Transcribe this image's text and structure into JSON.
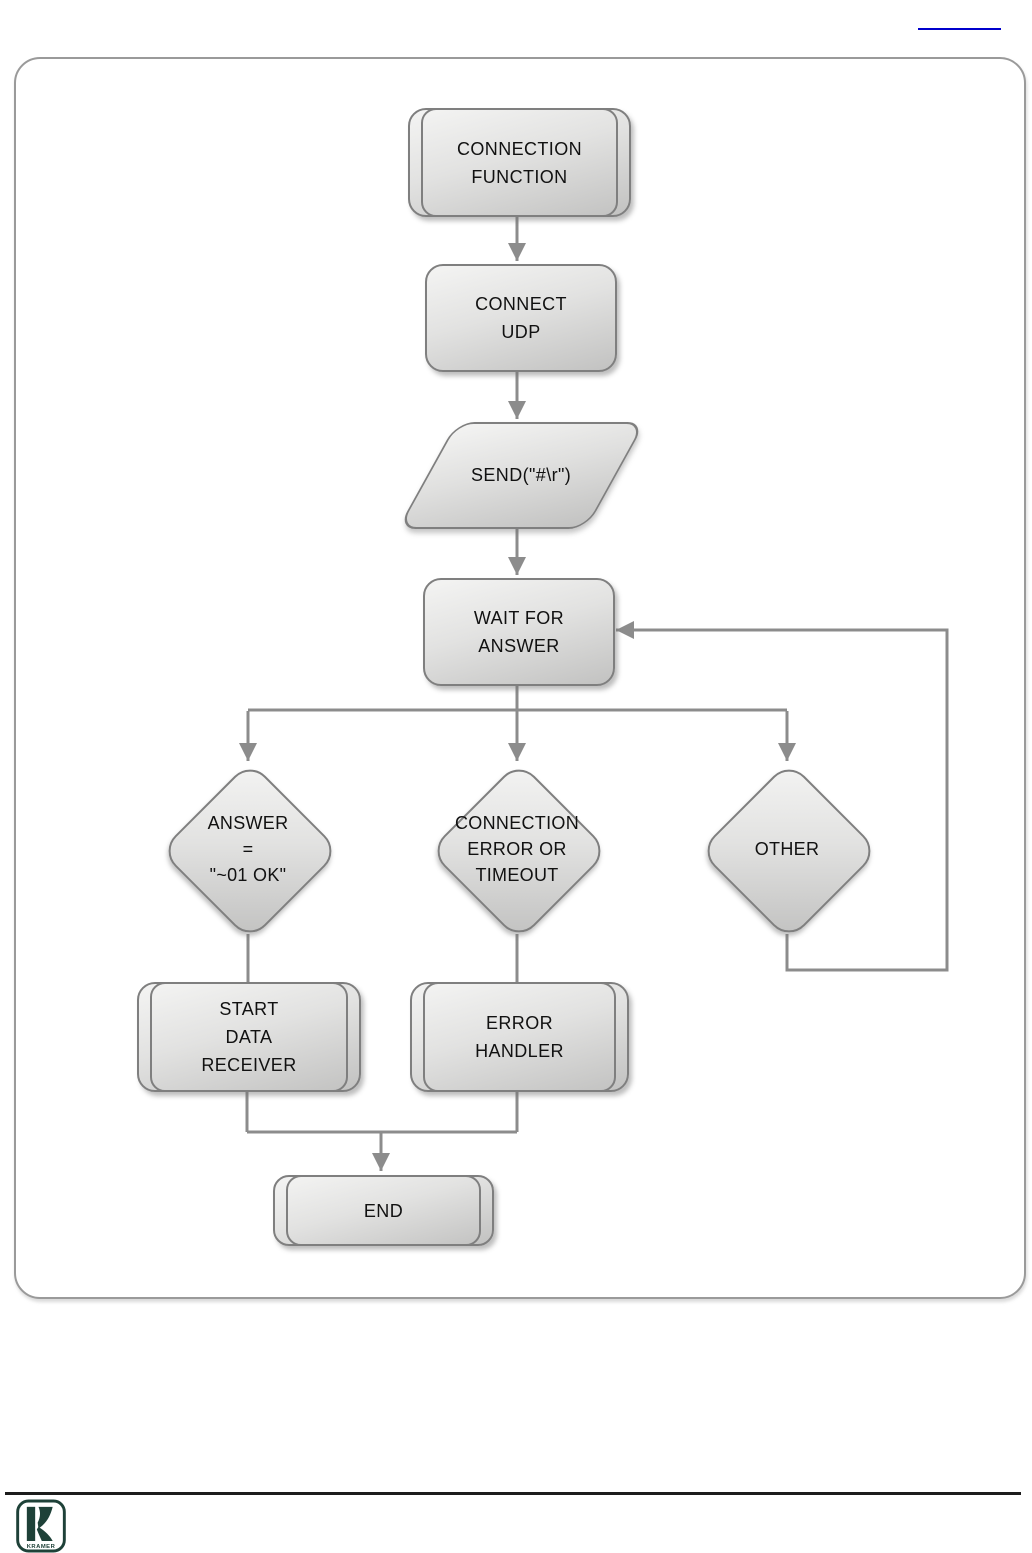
{
  "flowchart": {
    "nodes": {
      "connection_function": {
        "shape": "terminator",
        "lines": [
          "CONNECTION",
          "FUNCTION"
        ]
      },
      "connect_udp": {
        "shape": "process",
        "lines": [
          "CONNECT",
          "UDP"
        ]
      },
      "send": {
        "shape": "input-output",
        "lines": [
          "SEND(\"#\\r\")"
        ]
      },
      "wait_for_answer": {
        "shape": "process",
        "lines": [
          "WAIT FOR",
          "ANSWER"
        ]
      },
      "answer_ok": {
        "shape": "decision",
        "lines": [
          "ANSWER",
          "=",
          "\"~01 OK\""
        ]
      },
      "connection_error": {
        "shape": "decision",
        "lines": [
          "CONNECTION",
          "ERROR OR",
          "TIMEOUT"
        ]
      },
      "other": {
        "shape": "decision",
        "lines": [
          "OTHER"
        ]
      },
      "start_data_receiver": {
        "shape": "terminator",
        "lines": [
          "START",
          "DATA",
          "RECEIVER"
        ]
      },
      "error_handler": {
        "shape": "terminator",
        "lines": [
          "ERROR",
          "HANDLER"
        ]
      },
      "end": {
        "shape": "terminator",
        "lines": [
          "END"
        ]
      }
    },
    "colors": {
      "node_border": "#7f7f7f",
      "node_fill_top": "#f4f4f3",
      "node_fill_bottom": "#c2c2c1",
      "connector": "#8c8c8c",
      "panel_border": "#9a9a9a",
      "link": "#0000cc"
    }
  },
  "footer": {
    "logo_text": "KRAMER",
    "logo_color": "#1e4138"
  }
}
